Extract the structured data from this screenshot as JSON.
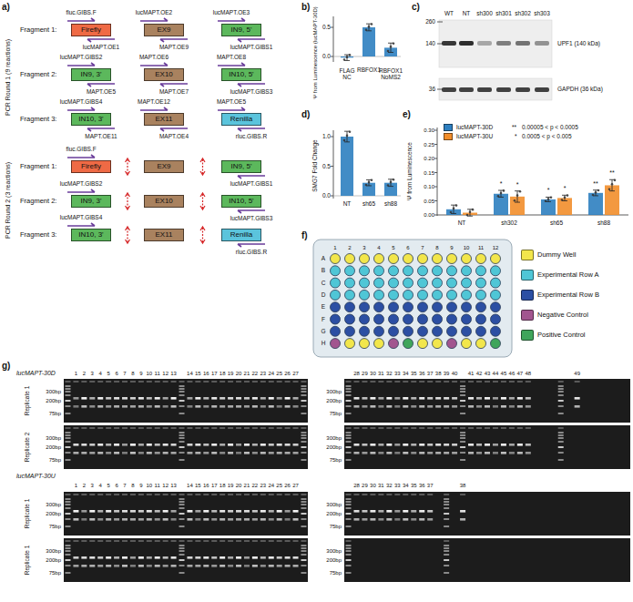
{
  "diagram": {
    "nodes": [
      {
        "text": [
          "Firefly"
        ]
      },
      {
        "text": [
          "EX9"
        ]
      },
      {
        "text": [
          "IN9, 5'"
        ]
      },
      {
        "text": [
          "IN9, 3'"
        ]
      },
      {
        "text": [
          "EX10"
        ]
      },
      {
        "text": [
          "IN10, 5'"
        ]
      },
      {
        "text": [
          "IN10, 3'"
        ]
      },
      {
        "text": [
          "EX11"
        ]
      },
      {
        "text": [
          "Renilla"
        ]
      },
      {
        "text": [
          "Firefly"
        ]
      },
      {
        "text": [
          "EX9"
        ]
      },
      {
        "text": [
          "IN9, 5'"
        ]
      },
      {
        "text": [
          "IN9, 3'"
        ]
      },
      {
        "text": [
          "EX10"
        ]
      },
      {
        "text": [
          "IN10, 5'"
        ]
      },
      {
        "text": [
          "IN10, 3'"
        ]
      },
      {
        "text": [
          "EX11"
        ]
      },
      {
        "text": [
          "Renilla"
        ]
      }
    ],
    "labels": [
      "a)",
      "PCR Round 1 (9 reactions)",
      "PCR Round 2 (3 reactions)",
      "Fragment 1:",
      "Fragment 2:",
      "Fragment 3:",
      "Fragment 1:",
      "Fragment 2:",
      "Fragment 3:",
      "fluc.GIBS.F",
      "lucMAPT.OE2",
      "lucMAPT.OE3",
      "lucMAPT.OE1",
      "MAPT.OE9",
      "lucMAPT.GIBS1",
      "lucMAPT.GIBS2",
      "MAPT.OE6",
      "MAPT.OE8",
      "MAPT.OE5",
      "MAPT.OE7",
      "lucMAPT.GIBS3",
      "lucMAPT.GIBS4",
      "MAPT.OE12",
      "MAPT.OE5",
      "MAPT.OE11",
      "MAPT.OE4",
      "rluc.GIBS.R",
      "fluc.GIBS.F",
      "lucMAPT.GIBS1",
      "lucMAPT.GIBS2",
      "lucMAPT.GIBS3",
      "lucMAPT.GIBS4",
      "rluc.GIBS.R",
      "b)",
      "Ψ from Luminescence (lucMAPT-30D)",
      "0.0",
      "0.5",
      "FLAG NC",
      "RBFOX1",
      "RBFOX1 NoMS2",
      "c)",
      "WT",
      "NT",
      "sh300",
      "sh301",
      "sh302",
      "sh303",
      "260",
      "140",
      "36",
      "UPF1 (140 kDa)",
      "GAPDH (36 kDa)",
      "d)",
      "SMG7 Fold Change",
      "0.0",
      "0.5",
      "1.0",
      "NT",
      "sh65",
      "sh88",
      "e)",
      "Ψ from Luminescence",
      "0.00",
      "0.05",
      "0.10",
      "0.15",
      "0.20",
      "0.25",
      "0.30",
      "NT",
      "sh302",
      "sh65",
      "sh88",
      "**",
      "0.00005 < p < 0.0005",
      "*",
      "0.0005 < p < 0.005",
      "*",
      "*",
      "*",
      "*",
      "**",
      "**",
      "f)",
      "1",
      "2",
      "3",
      "4",
      "5",
      "6",
      "7",
      "8",
      "9",
      "10",
      "11",
      "12",
      "A",
      "B",
      "C",
      "D",
      "E",
      "F",
      "G",
      "H",
      "g)",
      "lucMAPT-30D",
      "lucMAPT-30U",
      "Replicate 1",
      "Replicate 2",
      "Replicate 1",
      "Replicate 1",
      "300bp",
      "200bp",
      "75bp",
      "300bp",
      "200bp",
      "75bp",
      "300bp",
      "200bp",
      "75bp",
      "300bp",
      "200bp",
      "75bp",
      "300bp",
      "200bp",
      "75bp",
      "300bp",
      "200bp",
      "75bp",
      "300bp",
      "200bp",
      "75bp",
      "300bp",
      "200bp",
      "75bp",
      "1",
      "2",
      "3",
      "4",
      "5",
      "6",
      "7",
      "8",
      "9",
      "10",
      "11",
      "12",
      "13",
      "14",
      "15",
      "16",
      "17",
      "18",
      "19",
      "20",
      "21",
      "22",
      "23",
      "24",
      "25",
      "26",
      "27",
      "28",
      "29",
      "30",
      "31",
      "32",
      "33",
      "34",
      "35",
      "36",
      "37",
      "38",
      "39",
      "40",
      "41",
      "42",
      "43",
      "44",
      "45",
      "46",
      "47",
      "48",
      "49",
      "1",
      "2",
      "3",
      "4",
      "5",
      "6",
      "7",
      "8",
      "9",
      "10",
      "11",
      "12",
      "13",
      "14",
      "15",
      "16",
      "17",
      "18",
      "19",
      "20",
      "21",
      "22",
      "23",
      "24",
      "25",
      "26",
      "27",
      "28",
      "29",
      "30",
      "31",
      "32",
      "33",
      "34",
      "35",
      "36",
      "37",
      "38"
    ],
    "legend": [
      {
        "text": "lucMAPT-30D",
        "color": "#2e7fc0"
      },
      {
        "text": "lucMAPT-30U",
        "color": "#f28e2b"
      },
      {
        "text": "Dummy Well",
        "color": "#f2e64b"
      },
      {
        "text": "Experimental Row A",
        "color": "#4fc6d6"
      },
      {
        "text": "Experimental Row B",
        "color": "#2c4fa3"
      },
      {
        "text": "Negative Control",
        "color": "#a2558f"
      },
      {
        "text": "Positive Control",
        "color": "#3fa55b"
      }
    ]
  }
}
